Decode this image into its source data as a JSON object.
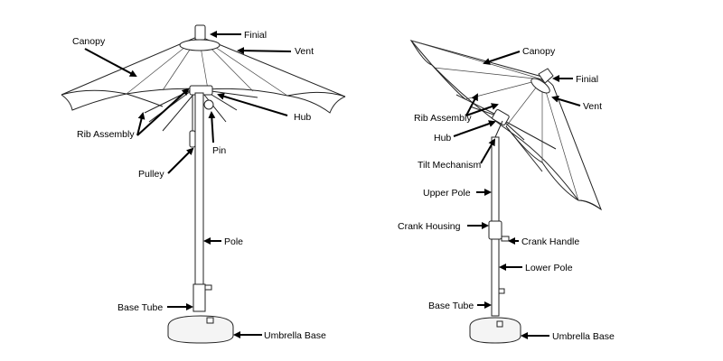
{
  "left_diagram": {
    "labels": {
      "canopy": "Canopy",
      "finial": "Finial",
      "vent": "Vent",
      "hub": "Hub",
      "rib_assembly": "Rib Assembly",
      "pin": "Pin",
      "pulley": "Pulley",
      "pole": "Pole",
      "base_tube": "Base Tube",
      "umbrella_base": "Umbrella Base"
    }
  },
  "right_diagram": {
    "labels": {
      "canopy": "Canopy",
      "finial": "Finial",
      "vent": "Vent",
      "rib_assembly": "Rib Assembly",
      "hub": "Hub",
      "tilt_mechanism": "Tilt Mechanism",
      "upper_pole": "Upper Pole",
      "crank_housing": "Crank Housing",
      "crank_handle": "Crank Handle",
      "lower_pole": "Lower Pole",
      "base_tube": "Base Tube",
      "umbrella_base": "Umbrella Base"
    }
  }
}
